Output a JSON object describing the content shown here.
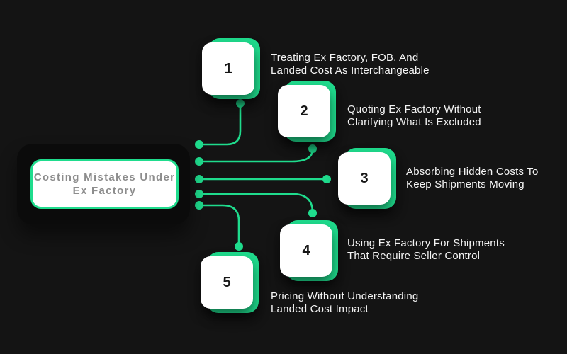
{
  "colors": {
    "background": "#141414",
    "panel": "#0b0b0b",
    "accent_green": "#1fdc8d",
    "card_face": "#ffffff",
    "title_text": "#8d8d8d",
    "label_text": "#f4f4f4"
  },
  "center_panel": {
    "title_line1": "Costing Mistakes Under",
    "title_line2": "Ex Factory"
  },
  "items": [
    {
      "number": "1",
      "label_line1": "Treating Ex Factory, FOB, And",
      "label_line2": "Landed Cost As Interchangeable"
    },
    {
      "number": "2",
      "label_line1": "Quoting Ex Factory Without",
      "label_line2": "Clarifying What Is Excluded"
    },
    {
      "number": "3",
      "label_line1": "Absorbing Hidden Costs To",
      "label_line2": "Keep Shipments Moving"
    },
    {
      "number": "4",
      "label_line1": "Using Ex Factory For Shipments",
      "label_line2": "That Require Seller Control"
    },
    {
      "number": "5",
      "label_line1": "Pricing Without Understanding",
      "label_line2": "Landed Cost Impact"
    }
  ]
}
